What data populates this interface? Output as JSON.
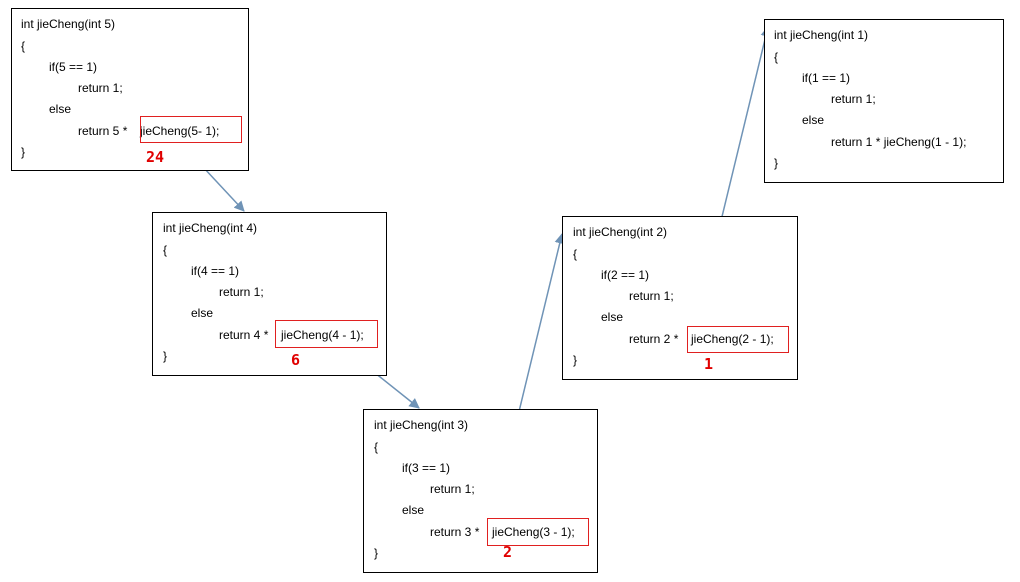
{
  "frames": [
    {
      "header": "int jieCheng(int 5)",
      "open": "{",
      "condition": "if(5 == 1)",
      "base_return": "return 1;",
      "else_kw": "else",
      "recursive_prefix": "return 5 * ",
      "recursive_call": "jieCheng(5- 1);",
      "close": "}",
      "result": "24"
    },
    {
      "header": "int jieCheng(int 4)",
      "open": "{",
      "condition": "if(4 == 1)",
      "base_return": "return 1;",
      "else_kw": "else",
      "recursive_prefix": "return 4 * ",
      "recursive_call": "jieCheng(4 - 1);",
      "close": "}",
      "result": "6"
    },
    {
      "header": "int jieCheng(int 3)",
      "open": "{",
      "condition": "if(3 == 1)",
      "base_return": "return 1;",
      "else_kw": "else",
      "recursive_prefix": "return 3 * ",
      "recursive_call": "jieCheng(3 - 1);",
      "close": "}",
      "result": "2"
    },
    {
      "header": "int jieCheng(int 2)",
      "open": "{",
      "condition": "if(2 == 1)",
      "base_return": "return 1;",
      "else_kw": "else",
      "recursive_prefix": "return 2 * ",
      "recursive_call": "jieCheng(2 - 1);",
      "close": "}",
      "result": "1"
    },
    {
      "header": "int jieCheng(int 1)",
      "open": "{",
      "condition": "if(1 == 1)",
      "base_return": "return 1;",
      "else_kw": "else",
      "recursive_prefix": "return 1 * jieCheng(1 - 1);",
      "recursive_call": "",
      "close": "}",
      "result": ""
    }
  ],
  "colors": {
    "highlight": "#e02020",
    "arrow": "#6f93b6",
    "result": "#e00000"
  }
}
